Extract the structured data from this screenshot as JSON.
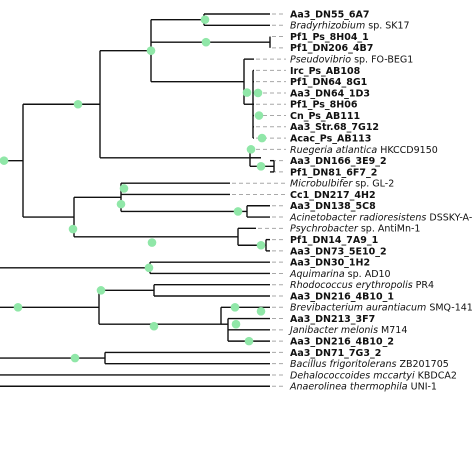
{
  "colors": {
    "branch": "#111111",
    "node": "#90e7a8",
    "leader": "#a8a8a8"
  },
  "tips": [
    {
      "label": "Aa3_DN55_6A7",
      "bold": true
    },
    {
      "genus": "Bradyrhizobium",
      "rest": " sp. SK17"
    },
    {
      "label": "Pf1_Ps_8H04_1",
      "bold": true
    },
    {
      "label": "Pf1_DN206_4B7",
      "bold": true
    },
    {
      "genus": "Pseudovibrio",
      "rest": " sp. FO-BEG1"
    },
    {
      "label": "Irc_Ps_AB108",
      "bold": true
    },
    {
      "label": "Pf1_DN64_8G1",
      "bold": true
    },
    {
      "label": "Aa3_DN64_1D3",
      "bold": true
    },
    {
      "label": "Pf1_Ps_8H06",
      "bold": true
    },
    {
      "label": "Cn_Ps_AB111",
      "bold": true
    },
    {
      "label": "Aa3_Str.68_7G12",
      "bold": true
    },
    {
      "label": "Acac_Ps_AB113",
      "bold": true
    },
    {
      "genus": "Ruegeria atlantica",
      "rest": " HKCCD9150"
    },
    {
      "label": "Aa3_DN166_3E9_2",
      "bold": true
    },
    {
      "label": "Pf1_DN81_6F7_2",
      "bold": true
    },
    {
      "genus": "Microbulbifer",
      "rest": " sp. GL-2"
    },
    {
      "label": "Cc1_DN217_4H2",
      "bold": true
    },
    {
      "label": "Aa3_DN138_5C8",
      "bold": true
    },
    {
      "genus": "Acinetobacter radioresistens",
      "rest": " DSSKY-A-"
    },
    {
      "genus": "Psychrobacter",
      "rest": " sp. AntiMn-1"
    },
    {
      "label": "Pf1_DN14_7A9_1",
      "bold": true
    },
    {
      "label": "Aa3_DN73_5E10_2",
      "bold": true
    },
    {
      "label": "Aa3_DN30_1H2",
      "bold": true
    },
    {
      "genus": "Aquimarina",
      "rest": " sp. AD10"
    },
    {
      "genus": "Rhodococcus erythropolis",
      "rest": " PR4"
    },
    {
      "label": "Aa3_DN216_4B10_1",
      "bold": true
    },
    {
      "genus": "Brevibacterium aurantiacum",
      "rest": " SMQ-141"
    },
    {
      "label": "Aa3_DN213_3F7",
      "bold": true
    },
    {
      "genus": "Janibacter melonis",
      "rest": " M714"
    },
    {
      "label": "Aa3_DN216_4B10_2",
      "bold": true
    },
    {
      "label": "Aa3_DN71_7G3_2",
      "bold": true
    },
    {
      "genus": "Bacillus frigoritolerans",
      "rest": " ZB201705"
    },
    {
      "genus": "Dehalococcoides mccartyi",
      "rest": " KBDCA2"
    },
    {
      "genus": "Anaerolinea thermophila",
      "rest": " UNI-1"
    }
  ]
}
